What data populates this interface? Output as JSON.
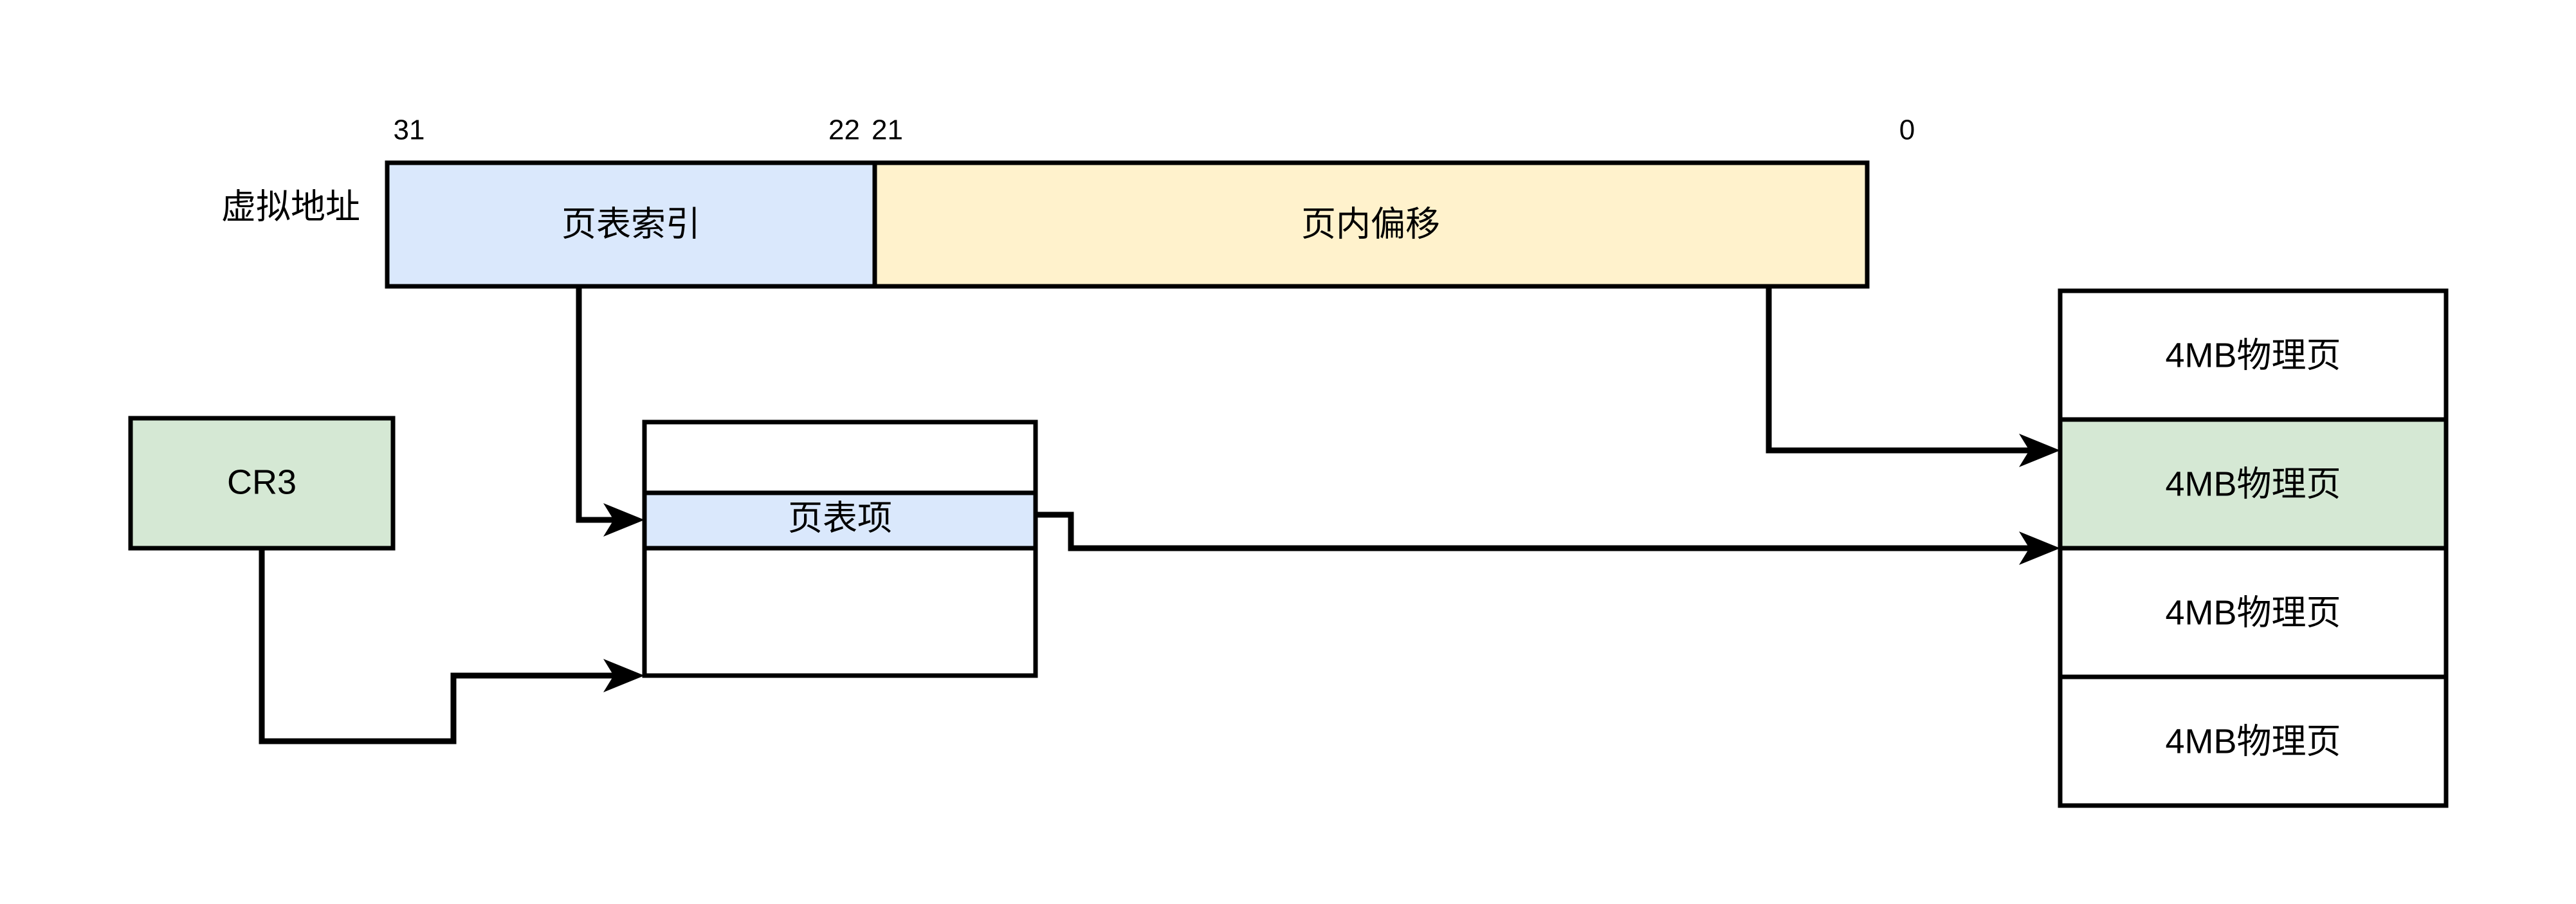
{
  "diagram": {
    "title_text": "",
    "colors": {
      "blue_fill": "#dae8fc",
      "yellow_fill": "#fff2cc",
      "green_fill": "#d5e8d4",
      "white_fill": "#ffffff",
      "stroke": "#000000"
    }
  },
  "virtual_address": {
    "label": "虚拟地址",
    "bits": {
      "high": "31",
      "split_left": "22",
      "split_right": "21",
      "low": "0"
    },
    "fields": [
      {
        "name": "page-table-index",
        "label": "页表索引",
        "fill": "#dae8fc"
      },
      {
        "name": "page-offset",
        "label": "页内偏移",
        "fill": "#fff2cc"
      }
    ]
  },
  "cr3": {
    "label": "CR3",
    "fill": "#d5e8d4"
  },
  "page_table": {
    "rows": [
      {
        "label": "",
        "fill": "#ffffff"
      },
      {
        "label": "页表项",
        "fill": "#dae8fc"
      },
      {
        "label": "",
        "fill": "#ffffff"
      }
    ]
  },
  "physical_pages": {
    "rows": [
      {
        "label": "4MB物理页",
        "fill": "#ffffff"
      },
      {
        "label": "4MB物理页",
        "fill": "#d5e8d4"
      },
      {
        "label": "4MB物理页",
        "fill": "#ffffff"
      },
      {
        "label": "4MB物理页",
        "fill": "#ffffff"
      }
    ]
  },
  "edges": [
    {
      "name": "index-to-pte",
      "from": "page-table-index",
      "to": "page-table-entry"
    },
    {
      "name": "cr3-to-page-table",
      "from": "cr3",
      "to": "page-table"
    },
    {
      "name": "pte-to-physical-page",
      "from": "page-table-entry",
      "to": "physical-page-selected"
    },
    {
      "name": "offset-to-physical-page",
      "from": "page-offset",
      "to": "physical-page-selected"
    }
  ]
}
